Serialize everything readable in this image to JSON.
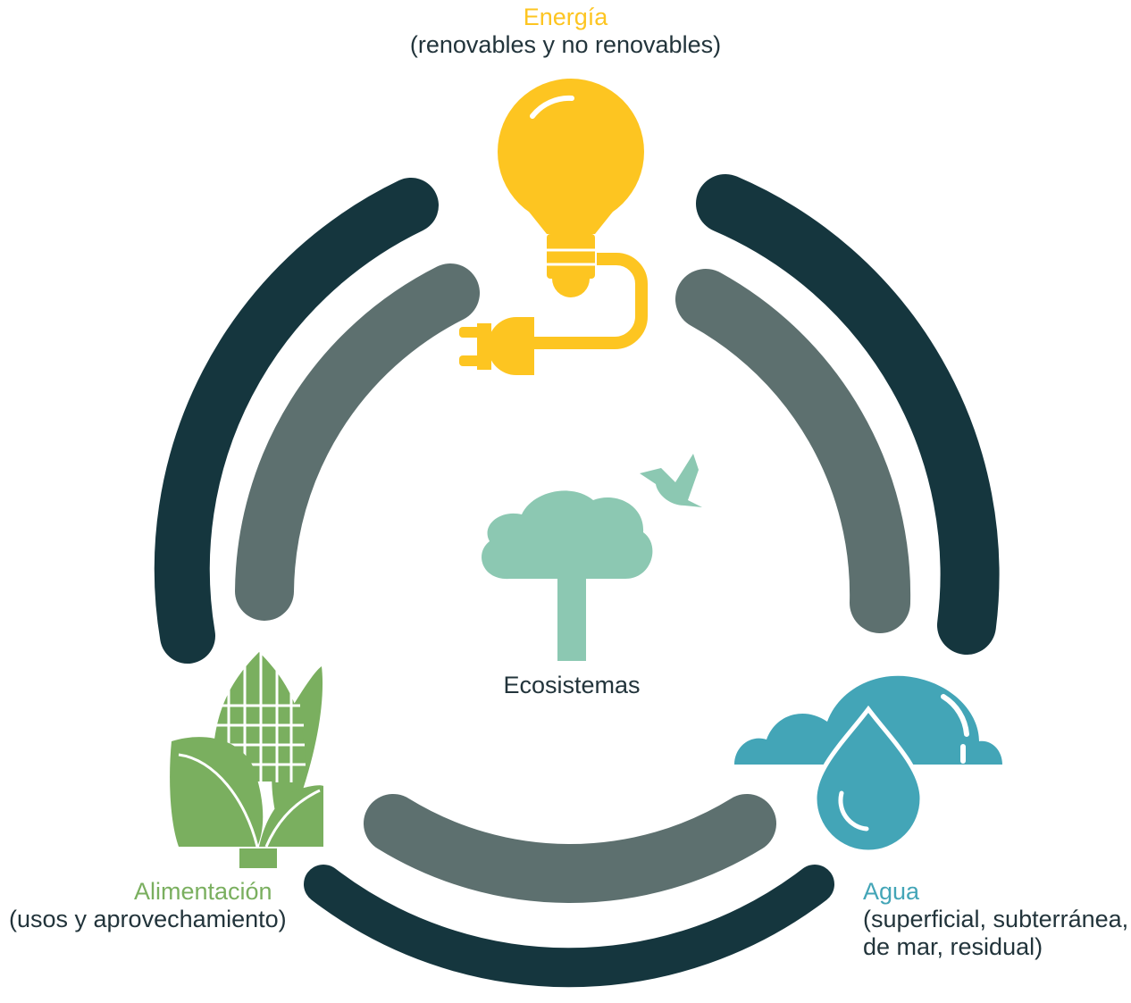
{
  "colors": {
    "outer_arc": "#15363e",
    "inner_arc": "#5d706f",
    "energia": "#fdc521",
    "agua": "#43a5b7",
    "alimentacion": "#7aaf5f",
    "ecosistemas": "#8cc8b2",
    "text": "#22343b"
  },
  "nodes": {
    "energia": {
      "title": "Energía",
      "subtitle": "(renovables y no renovables)",
      "icon": "lightbulb-plug-icon"
    },
    "alimentacion": {
      "title": "Alimentación",
      "subtitle": "(usos y aprovechamiento)",
      "icon": "corn-icon"
    },
    "agua": {
      "title": "Agua",
      "subtitle_line1": "(superficial, subterránea,",
      "subtitle_line2": "de mar, residual)",
      "icon": "cloud-waterdrop-icon"
    },
    "ecosistemas": {
      "title": "Ecosistemas",
      "icon": "tree-bird-icon"
    }
  }
}
